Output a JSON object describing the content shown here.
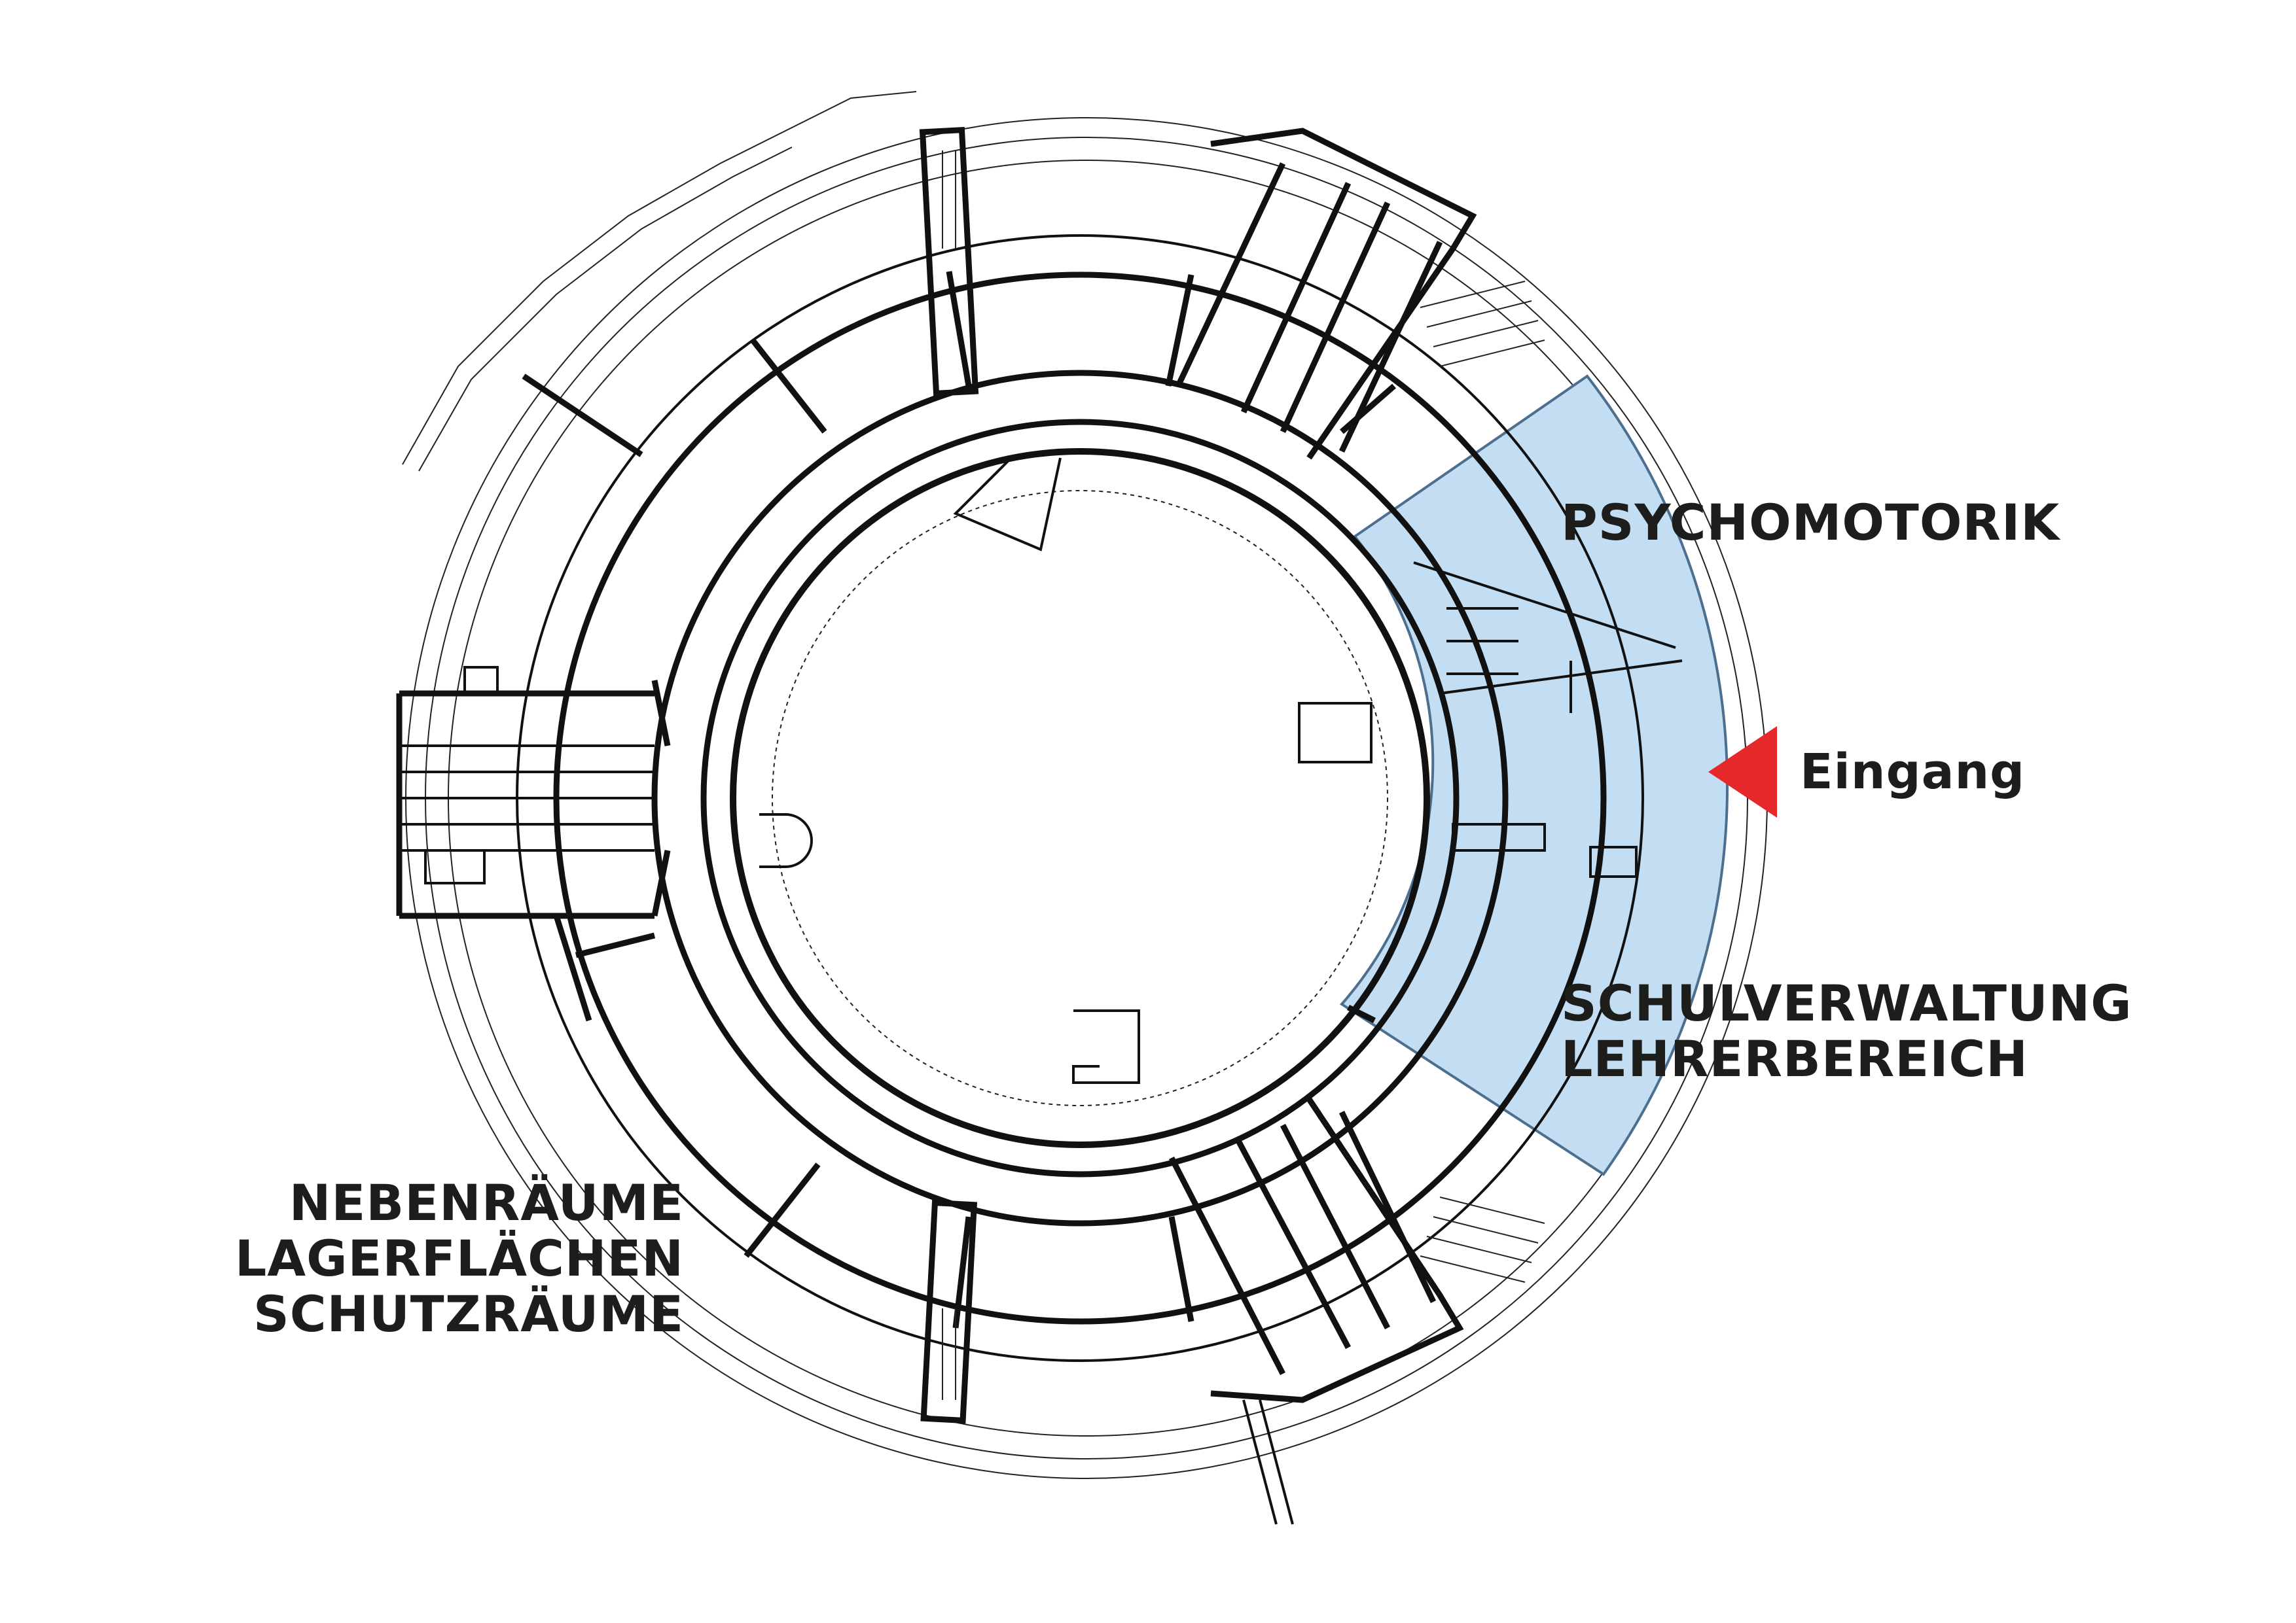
{
  "labels": {
    "psychomotorik": "PSYCHOMOTORIK",
    "eingang": "Eingang",
    "schulverwaltung": "SCHULVERWALTUNG",
    "lehrerbereich": "LEHRERBEREICH",
    "nebenraeume": "NEBENRÄUME",
    "lagerflaechen": "LAGERFLÄCHEN",
    "schutzraeume": "SCHUTZRÄUME"
  },
  "colors": {
    "highlight_fill": "#c3def3",
    "highlight_stroke": "#4d6f8f",
    "entrance_arrow": "#e5282a",
    "text": "#1d1d1b"
  },
  "icons": {
    "entrance": "triangle-arrow-left"
  }
}
